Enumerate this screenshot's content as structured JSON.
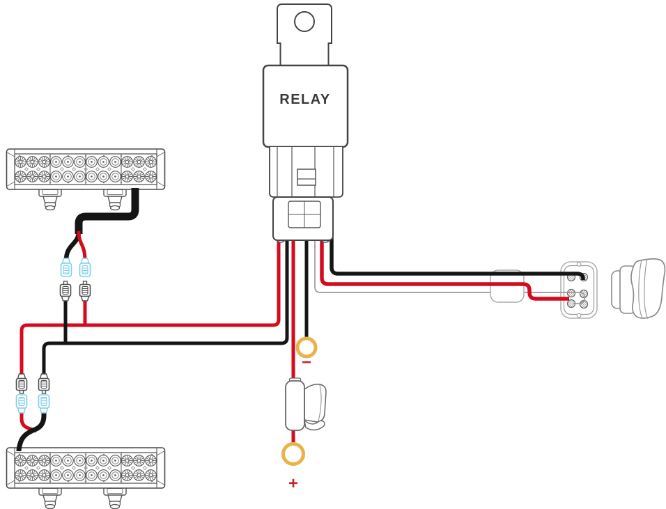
{
  "diagram": {
    "relay": {
      "label": "RELAY"
    },
    "battery": {
      "negative_label": "−",
      "positive_label": "+"
    },
    "colors": {
      "wire_red": "#d40a1e",
      "wire_black": "#151515",
      "wire_thin_gray": "#9a9a9a",
      "connector_female_blue": "#7ecfe6",
      "connector_male_gray": "#4d4d4d",
      "ring_terminal_orange": "#e9b24a",
      "terminal_label_red": "#c5252b",
      "outline_dark": "#444444",
      "outline_gray": "#8a8a8a"
    },
    "components": {
      "relay": "relay",
      "light_bar_top": "led-light-bar",
      "light_bar_bottom": "led-light-bar",
      "rocker_switch": "rocker-switch",
      "switch_back_panel": "switch-terminal-panel",
      "fuse_holder": "inline-fuse-holder",
      "ring_terminal_negative": "ring-terminal-negative",
      "ring_terminal_positive": "ring-terminal-positive",
      "quick_connectors": "spade-quick-disconnects"
    }
  }
}
